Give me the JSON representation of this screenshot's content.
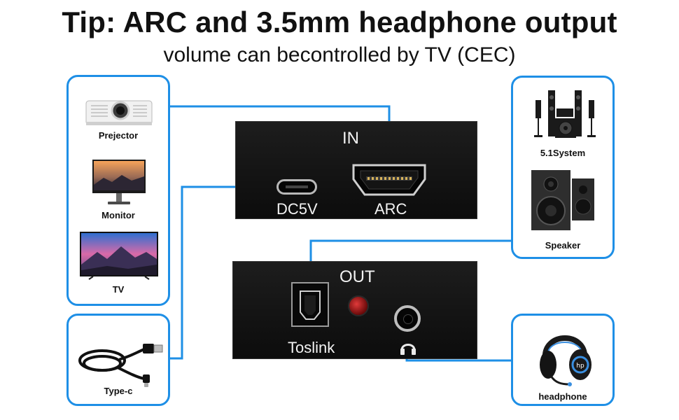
{
  "header": {
    "title": "Tip: ARC and 3.5mm headphone output",
    "subtitle": "volume can becontrolled by TV (CEC)"
  },
  "left_devices": [
    {
      "label": "Prejector",
      "icon": "projector-icon"
    },
    {
      "label": "Monitor",
      "icon": "monitor-icon"
    },
    {
      "label": "TV",
      "icon": "tv-icon"
    }
  ],
  "cable": {
    "label": "Type-c",
    "icon": "usb-cable-icon"
  },
  "right_devices": [
    {
      "label": "5.1System",
      "icon": "surround-system-icon"
    },
    {
      "label": "Speaker",
      "icon": "speaker-icon"
    }
  ],
  "headphone": {
    "label": "headphone",
    "icon": "headphone-icon"
  },
  "in_panel": {
    "heading": "IN",
    "port_power": "DC5V",
    "port_arc": "ARC"
  },
  "out_panel": {
    "heading": "OUT",
    "port_optical": "Toslink"
  },
  "colors": {
    "accent": "#1e8fe6",
    "panel": "#141414",
    "led": "#8a0d0d"
  }
}
